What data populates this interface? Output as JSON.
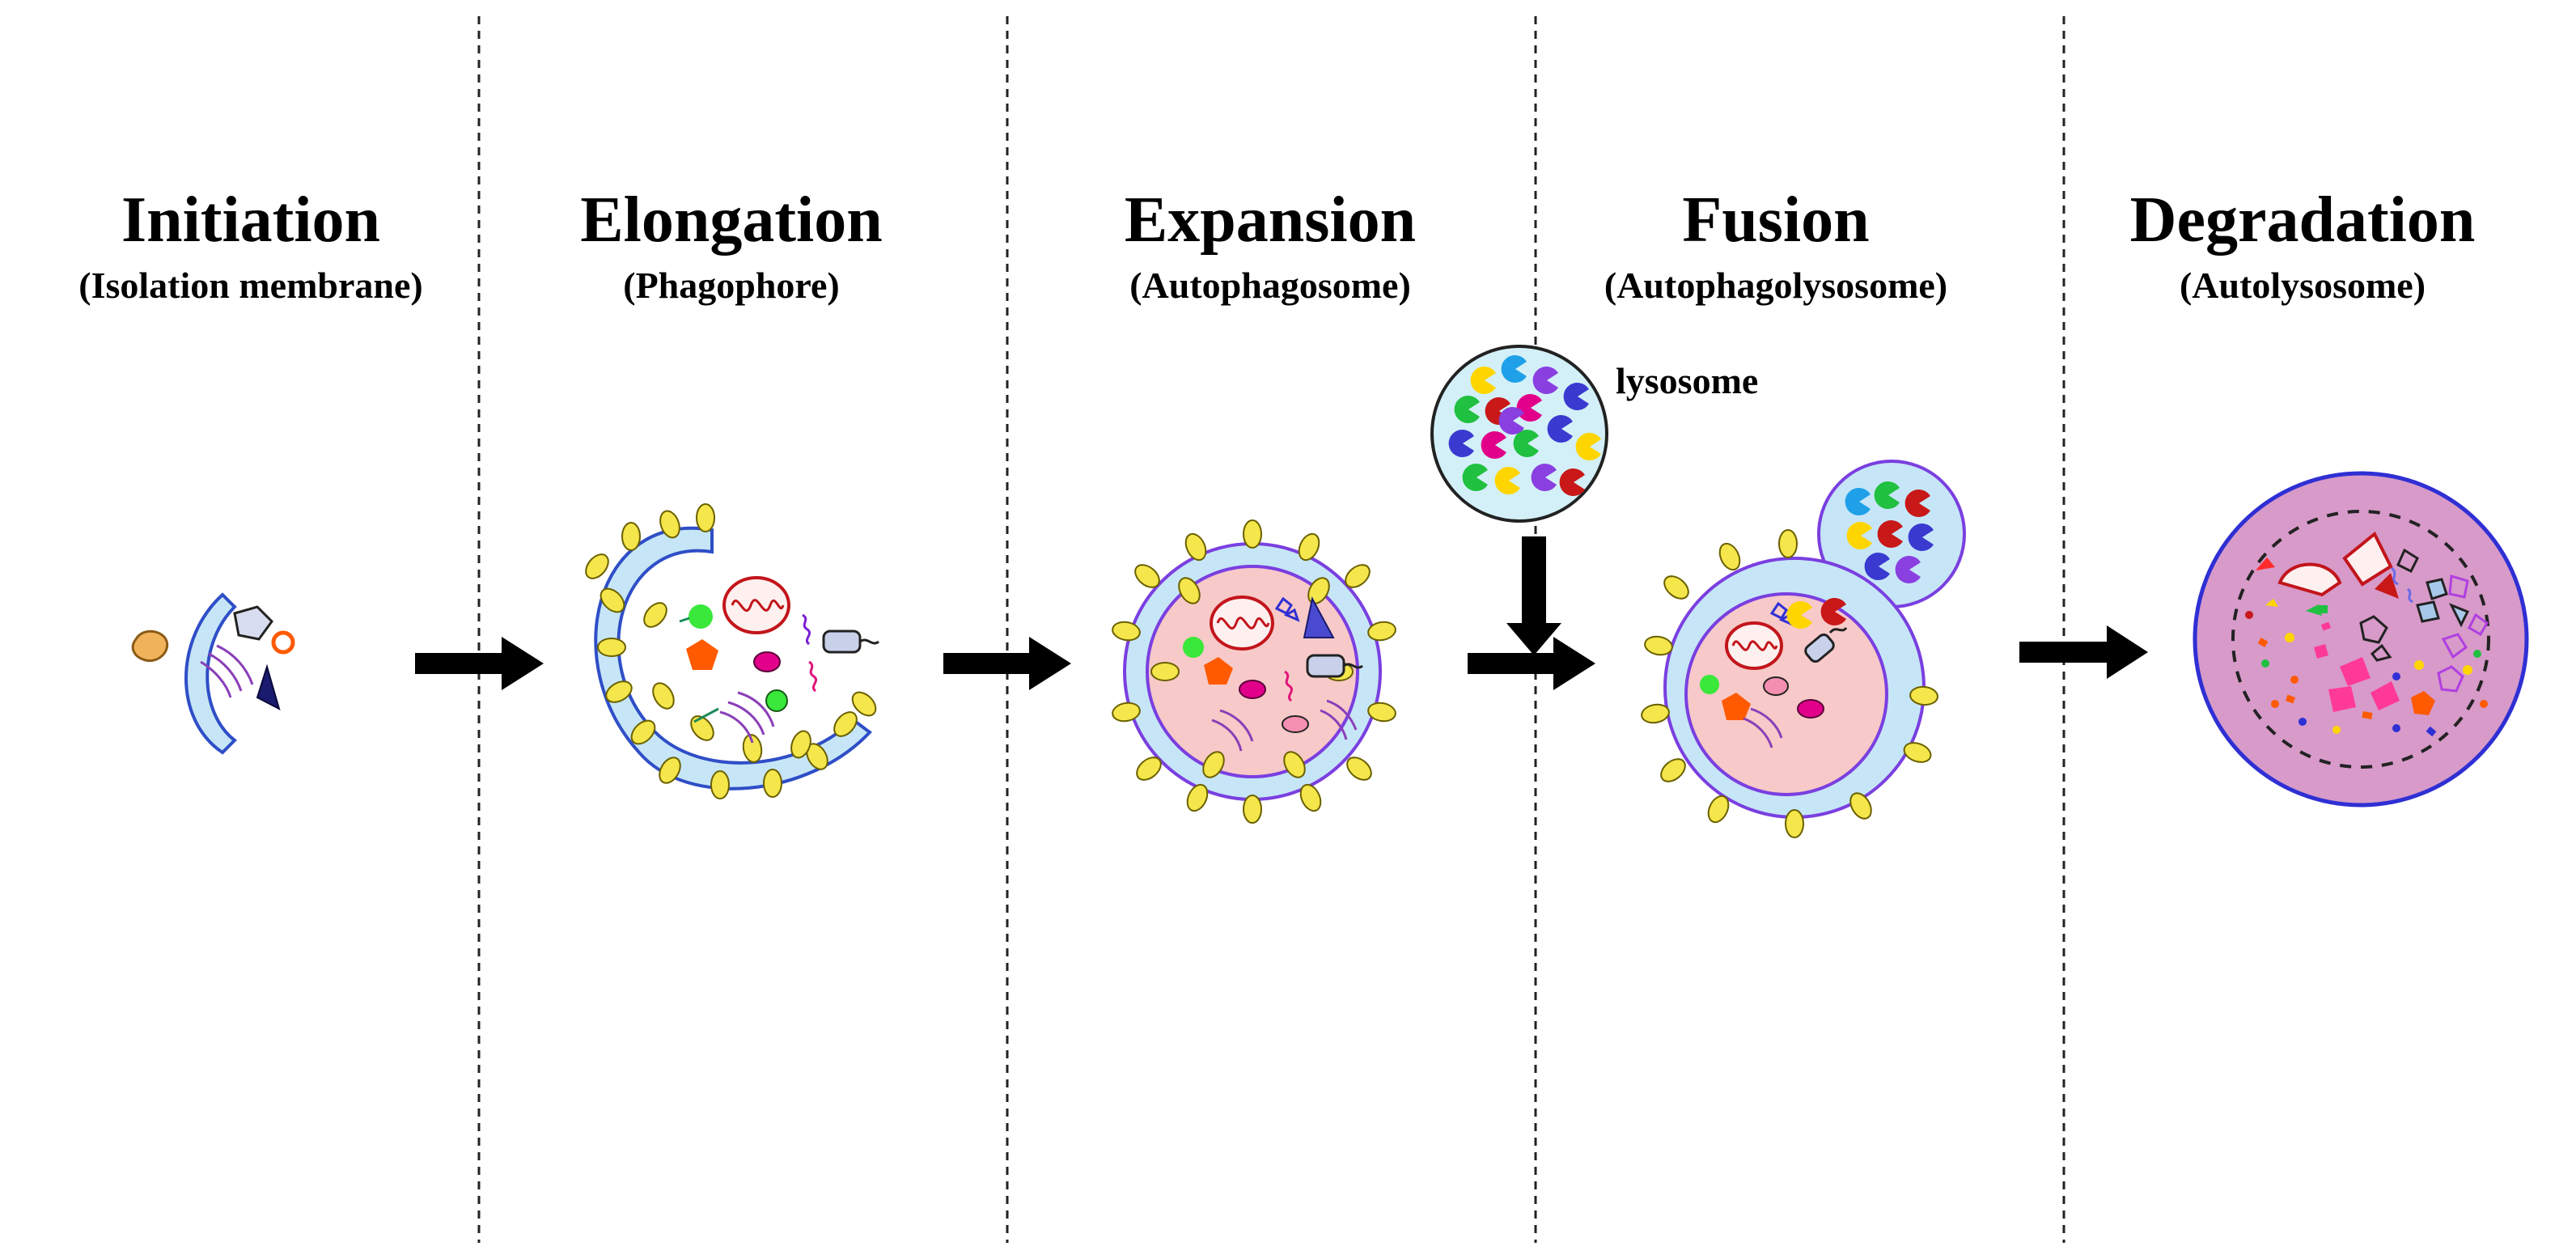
{
  "stages": [
    {
      "title": "Initiation",
      "subtitle": "(Isolation membrane)"
    },
    {
      "title": "Elongation",
      "subtitle": "(Phagophore)"
    },
    {
      "title": "Expansion",
      "subtitle": "(Autophagosome)"
    },
    {
      "title": "Fusion",
      "subtitle": "(Autophagolysosome)"
    },
    {
      "title": "Degradation",
      "subtitle": "(Autolysosome)"
    }
  ],
  "lysosome_label": "lysosome",
  "colors": {
    "membrane_fill": "#c6e6f7",
    "membrane_stroke": "#2f4ec7",
    "outer_membrane": "#7a3fe0",
    "cytoplasm": "#f7c9c8",
    "autolysosome": "#d79ac9",
    "receptor_yellow": "#f5e64b",
    "lysosome_fill": "#d3f0f8"
  }
}
